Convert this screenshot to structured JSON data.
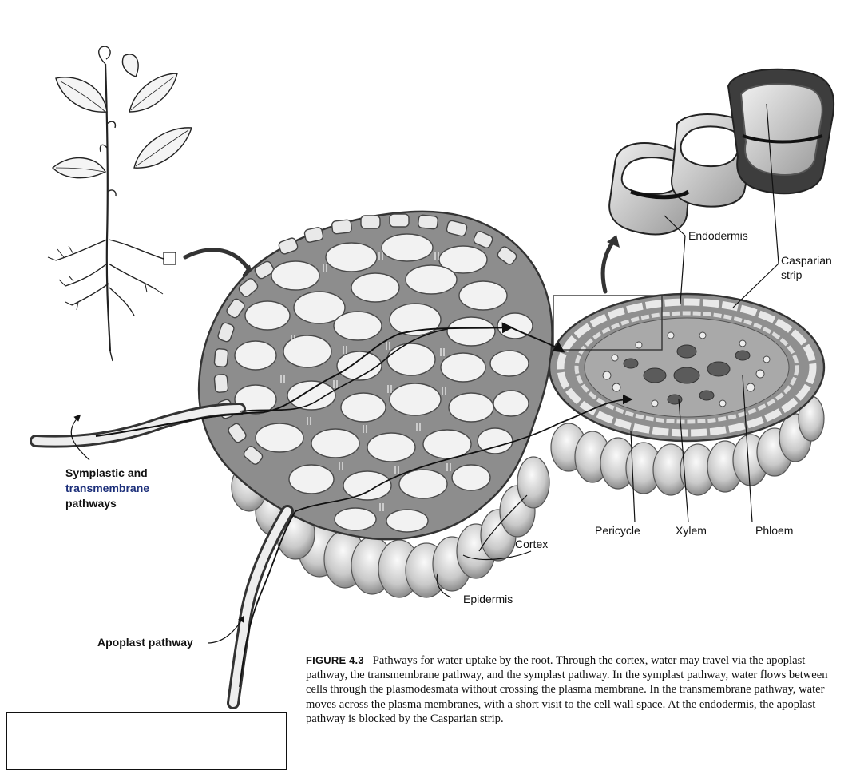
{
  "labels": {
    "endodermis": "Endodermis",
    "casparian_line1": "Casparian",
    "casparian_line2": "strip",
    "pathways_line1": "Symplastic and",
    "pathways_line2": "transmembrane",
    "pathways_line3": "pathways",
    "pericycle": "Pericycle",
    "xylem": "Xylem",
    "phloem": "Phloem",
    "cortex": "Cortex",
    "epidermis": "Epidermis",
    "apoplast": "Apoplast pathway"
  },
  "caption": {
    "figure_number": "FIGURE 4.3",
    "text": "Pathways for water uptake by the root. Through the cortex, water may travel via the apoplast pathway, the transmembrane pathway, and the symplast pathway. In the symplast pathway, water flows between cells through the plasmodesmata without crossing the plasma membrane. In the transmembrane pathway, water moves across the plasma membranes, with a short visit to the cell wall space. At the endodermis, the apoplast pathway is blocked by the Casparian strip."
  },
  "colors": {
    "wall": "#6f6f6f",
    "cell_fill": "#f2f2f2",
    "matrix": "#8d8d8d",
    "ink": "#1a1a1a"
  }
}
